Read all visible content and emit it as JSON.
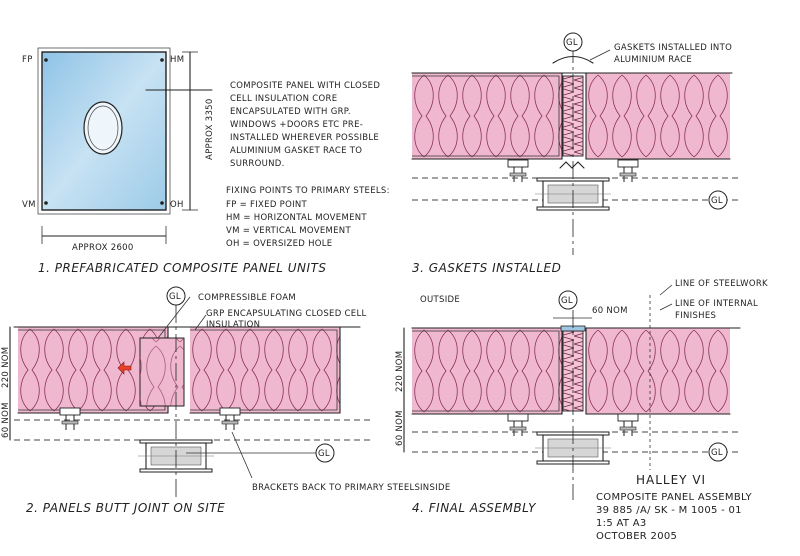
{
  "panel1": {
    "caption": "1. Prefabricated composite panel units",
    "corner_fp": "FP",
    "corner_hm": "HM",
    "corner_vm": "VM",
    "corner_oh": "OH",
    "dim_width": "APPROX 2600",
    "dim_height": "APPROX 3350",
    "description": [
      "Composite panel with closed",
      "cell insulation core",
      "encapsulated with GRP.",
      "Windows +doors etc pre-",
      "installed wherever possible",
      "Aluminium gasket race to",
      "surround."
    ],
    "fixing_title": "Fixing points to primary steels:",
    "fixing_items": [
      "FP = Fixed point",
      "HM = Horizontal movement",
      "VM = Vertical movement",
      "OH = Oversized hole"
    ]
  },
  "panel2": {
    "caption": "2. Panels butt joint on site",
    "gridline": "GL",
    "gl_bubble": "GL",
    "note_foam": "Compressible foam",
    "note_grp": "GRP encapsulating closed cell",
    "note_insulation": "insulation",
    "note_brackets": "Brackets back to primary steels",
    "dim_220": "220 NOM",
    "dim_60": "60 NOM"
  },
  "panel3": {
    "caption": "3. Gaskets installed",
    "gridline": "GL",
    "gl_bubble": "GL",
    "note_gaskets_1": "Gaskets installed into",
    "note_gaskets_2": "aluminium race"
  },
  "panel4": {
    "caption": "4. Final assembly",
    "gridline": "GL",
    "gl_bubble": "GL",
    "label_outside": "OUTSIDE",
    "label_inside": "INSIDE",
    "note_60nom": "60 NOM",
    "note_steelwork": "Line of steelwork",
    "note_finishes_1": "Line of internal",
    "note_finishes_2": "finishes",
    "dim_220": "220 NOM",
    "dim_60": "60 NOM"
  },
  "title_block": {
    "project": "HALLEY VI",
    "title": "COMPOSITE PANEL ASSEMBLY",
    "drawing_no": "39 885 /A/ SK - M 1005 - 01",
    "scale": "1:5  AT A3",
    "date": "OCTOBER 2005"
  },
  "colors": {
    "insulation": "#efb8cf",
    "glass": "#a9cfe8",
    "arrow": "#e8402a"
  }
}
